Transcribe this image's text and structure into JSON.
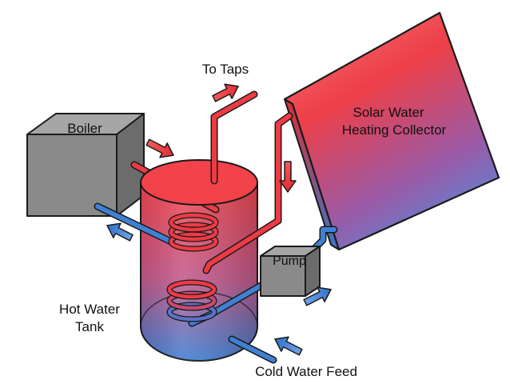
{
  "labels": {
    "boiler": "Boiler",
    "to_taps": "To Taps",
    "collector_line1": "Solar Water",
    "collector_line2": "Heating Collector",
    "pump": "Pump",
    "tank_line1": "Hot Water",
    "tank_line2": "Tank",
    "cold_feed": "Cold Water Feed"
  },
  "colors": {
    "hot": "#ee3b43",
    "cold": "#3f80d3",
    "boiler_gray": "#8c8c8c",
    "outline": "#1a1a1a"
  }
}
